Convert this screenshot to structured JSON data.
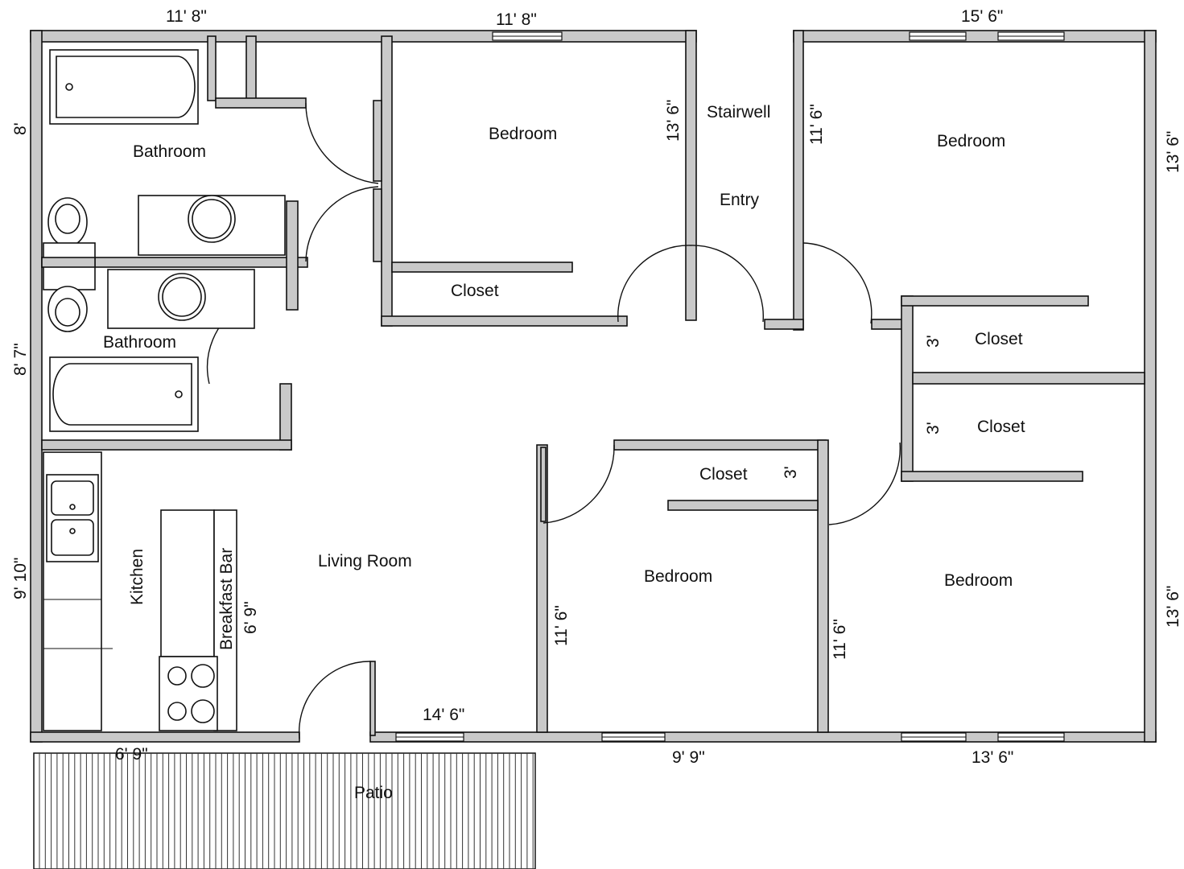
{
  "rooms": {
    "bathroom_1": "Bathroom",
    "bathroom_2": "Bathroom",
    "bedroom_1": "Bedroom",
    "closet_1": "Closet",
    "stairwell": "Stairwell",
    "entry": "Entry",
    "bedroom_2": "Bedroom",
    "closet_2": "Closet",
    "closet_3": "Closet",
    "closet_4": "Closet",
    "bedroom_3": "Bedroom",
    "bedroom_4": "Bedroom",
    "kitchen": "Kitchen",
    "breakfast_bar": "Breakfast Bar",
    "living_room": "Living Room",
    "patio": "Patio"
  },
  "dimensions": {
    "top_left": "11' 8\"",
    "top_bedroom_1": "11' 8\"",
    "top_bedroom_2": "15' 6\"",
    "left_bathroom_1": "8'",
    "left_bathroom_2": "8' 7\"",
    "left_kitchen": "9' 10\"",
    "bedroom_1_depth": "13' 6\"",
    "bedroom_2_depth_left": "11' 6\"",
    "bedroom_2_depth_right": "13' 6\"",
    "closet_2_width": "3'",
    "closet_3_width": "3'",
    "closet_4_width": "3'",
    "breakfast_bar_len": "6' 9\"",
    "bottom_kitchen": "6' 9\"",
    "bottom_living": "14' 6\"",
    "bottom_bedroom_3": "9' 9\"",
    "bottom_bedroom_4": "13' 6\"",
    "bedroom_3_depth": "11' 6\"",
    "bedroom_4_depth_left": "11' 6\"",
    "bedroom_4_depth_right": "13' 6\""
  }
}
